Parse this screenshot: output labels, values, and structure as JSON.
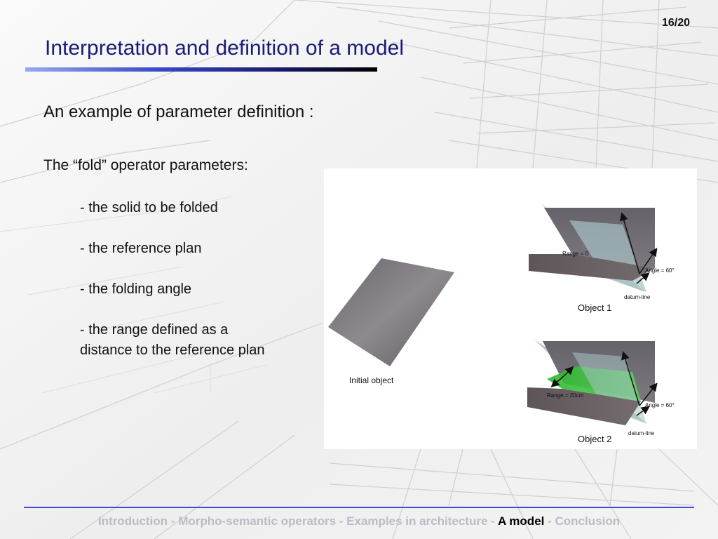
{
  "slide": {
    "page_number": "16/20",
    "title": "Interpretation and definition of a model",
    "subtitle": "An example of parameter definition :",
    "params_heading": "The “fold” operator parameters:",
    "parameters": [
      "- the solid to be folded",
      "- the reference plan",
      "- the folding angle",
      "- the range defined as a distance to the reference plan"
    ]
  },
  "figure": {
    "initial_label": "Initial object",
    "object1": {
      "label": "Object 1",
      "range_label": "Range = 0",
      "angle_label": "Angle = 60°",
      "datum_label": "datum-line"
    },
    "object2": {
      "label": "Object 2",
      "range_label": "Range = 20cm",
      "angle_label": "Angle = 60°",
      "datum_label": "datum-line"
    }
  },
  "footer": {
    "items": [
      "Introduction",
      "Morpho-semantic operators",
      "Examples in architecture",
      "A model",
      "Conclusion"
    ],
    "current": "A model",
    "separator": "-"
  },
  "colors": {
    "title": "#1a1a78",
    "footer_rule": "#3b4bd8",
    "footer_text": "#b9bcc8",
    "fold_surface": "#6f6a70",
    "reference_plane": "#9fb9bd",
    "range_highlight": "#3fc53f"
  }
}
